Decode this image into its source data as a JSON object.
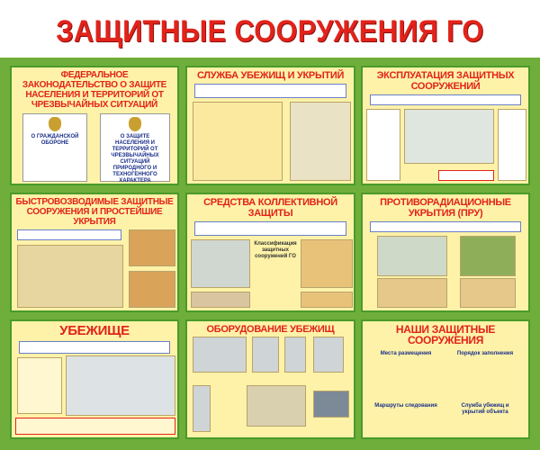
{
  "title": "ЗАЩИТНЫЕ СООРУЖЕНИЯ ГО",
  "panels": [
    {
      "title": "ФЕДЕРАЛЬНОЕ ЗАКОНОДАТЕЛЬСТВО О ЗАЩИТЕ НАСЕЛЕНИЯ И ТЕРРИТОРИЙ ОТ ЧРЕЗВЫЧАЙНЫХ СИТУАЦИЙ",
      "docs": [
        "О ГРАЖДАНСКОЙ ОБОРОНЕ",
        "О ЗАЩИТЕ НАСЕЛЕНИЯ И ТЕРРИТОРИЙ ОТ ЧРЕЗВЫЧАЙНЫХ СИТУАЦИЙ ПРИРОДНОГО И ТЕХНОГЕННОГО ХАРАКТЕРА"
      ]
    },
    {
      "title": "СЛУЖБА УБЕЖИЩ И УКРЫТИЙ"
    },
    {
      "title": "ЭКСПЛУАТАЦИЯ ЗАЩИТНЫХ СООРУЖЕНИЙ"
    },
    {
      "title": "БЫСТРОВОЗВОДИМЫЕ ЗАЩИТНЫЕ СООРУЖЕНИЯ И ПРОСТЕЙШИЕ УКРЫТИЯ"
    },
    {
      "title": "СРЕДСТВА КОЛЛЕКТИВНОЙ ЗАЩИТЫ",
      "subtitle": "Классификация защитных сооружений ГО"
    },
    {
      "title": "ПРОТИВОРАДИАЦИОННЫЕ УКРЫТИЯ (ПРУ)"
    },
    {
      "title": "УБЕЖИЩЕ"
    },
    {
      "title": "ОБОРУДОВАНИЕ УБЕЖИЩ"
    },
    {
      "title": "НАШИ ЗАЩИТНЫЕ СООРУЖЕНИЯ",
      "fields": [
        "Места размещения",
        "Порядок заполнения",
        "Маршруты следования",
        "Служба убежищ и укрытий объекта"
      ]
    }
  ],
  "colors": {
    "board": "#6fae3a",
    "panel": "#fdf2a8",
    "heading": "#e2231a"
  }
}
